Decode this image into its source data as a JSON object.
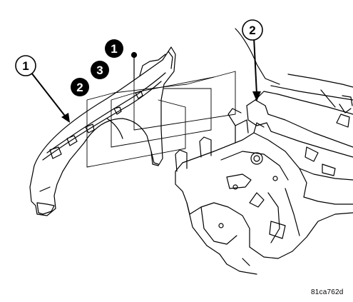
{
  "figure": {
    "id": "81ca762d",
    "callouts": [
      {
        "label": "1",
        "style": "outline",
        "target": "fender-liner-part"
      },
      {
        "label": "2",
        "style": "outline",
        "target": "body-apron-part"
      },
      {
        "label": "1",
        "style": "solid",
        "target": "push-pin-fastener"
      },
      {
        "label": "3",
        "style": "solid",
        "target": "fastener"
      },
      {
        "label": "2",
        "style": "solid",
        "target": "fastener"
      }
    ],
    "colors": {
      "line": "#000000",
      "background": "#ffffff",
      "solid_callout": "#000000"
    }
  }
}
